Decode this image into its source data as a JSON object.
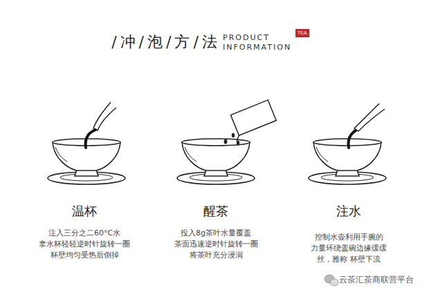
{
  "diagram": {
    "title": "/冲/泡/方/法",
    "labels": [
      "PRODUCT",
      "INFORMATION",
      "TEA",
      "温杯",
      "注入三分之二60°C水",
      "拿水杯轻轻逆时针旋转一圈",
      "杯壁均匀受热后倒掉",
      "醒茶",
      "投入8g茶叶水量覆盖",
      "茶面迅速逆时针旋转一圈",
      "将茶叶充分浸润",
      "注水",
      "控制水壶利用手腕的",
      "力量环绕盖碗边缘缓缓",
      "丝，雅称 杯壁下流",
      "云茶汇茶商联营平台"
    ]
  }
}
